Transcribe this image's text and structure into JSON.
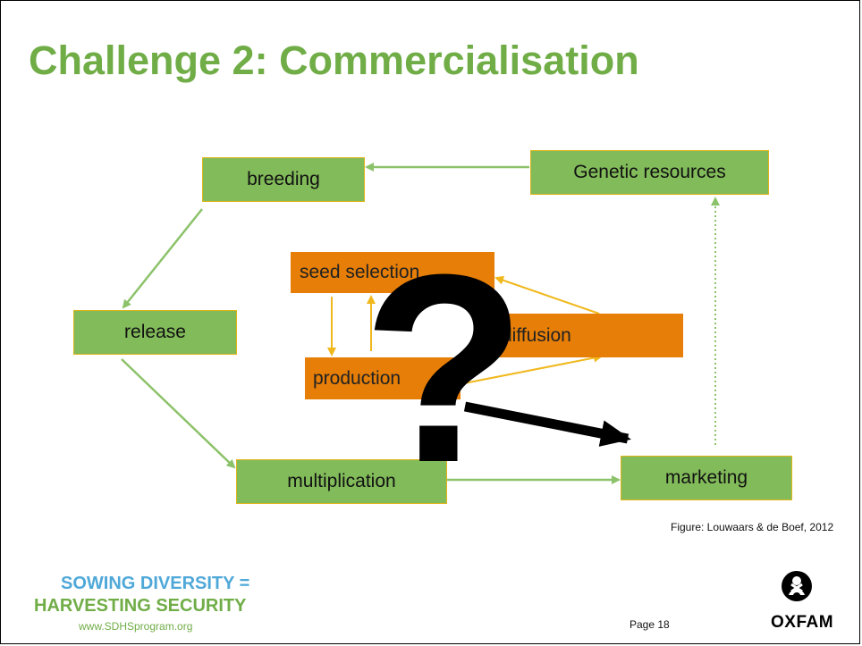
{
  "slide": {
    "title": "Challenge 2: Commercialisation",
    "caption": "Figure: Louwaars & de Boef, 2012",
    "page": "Page 18"
  },
  "diagram": {
    "boxes": {
      "genetic_resources": "Genetic resources",
      "breeding": "breeding",
      "release": "release",
      "multiplication": "multiplication",
      "marketing": "marketing",
      "seed_selection": "seed selection",
      "diffusion": "diffusion",
      "production": "production"
    },
    "question_mark": "?"
  },
  "branding": {
    "line1": "SOWING DIVERSITY =",
    "line2": "HARVESTING SECURITY",
    "url": "www.SDHSprogram.org",
    "oxfam": "OXFAM"
  },
  "colors": {
    "title": "#70ad47",
    "green_box": "#82bb5a",
    "orange_box": "#e67e07",
    "arrow_green": "#8cc26a",
    "arrow_yellow": "#f0b81c",
    "brand_blue": "#4fa8d8"
  }
}
